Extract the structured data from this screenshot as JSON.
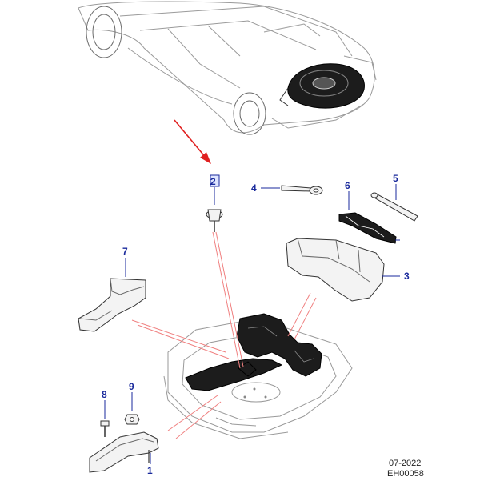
{
  "callouts": {
    "c1": "1",
    "c2": "2",
    "c3": "3",
    "c4": "4",
    "c5": "5",
    "c6": "6",
    "c7": "7",
    "c8": "8",
    "c9": "9"
  },
  "footer": {
    "date": "07-2022",
    "code": "EH00058"
  },
  "colors": {
    "callout": "#1a2a9c",
    "pointer_arrow": "#e02020",
    "leader_red": "#f08080"
  }
}
